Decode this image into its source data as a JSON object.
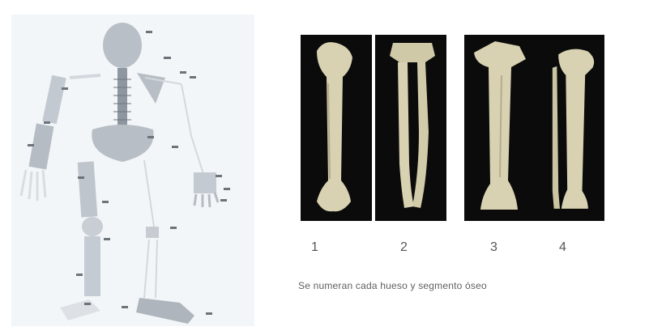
{
  "bone_numbers": [
    "1",
    "2",
    "3",
    "4"
  ],
  "caption": "Se numeran cada hueso y segmento óseo"
}
